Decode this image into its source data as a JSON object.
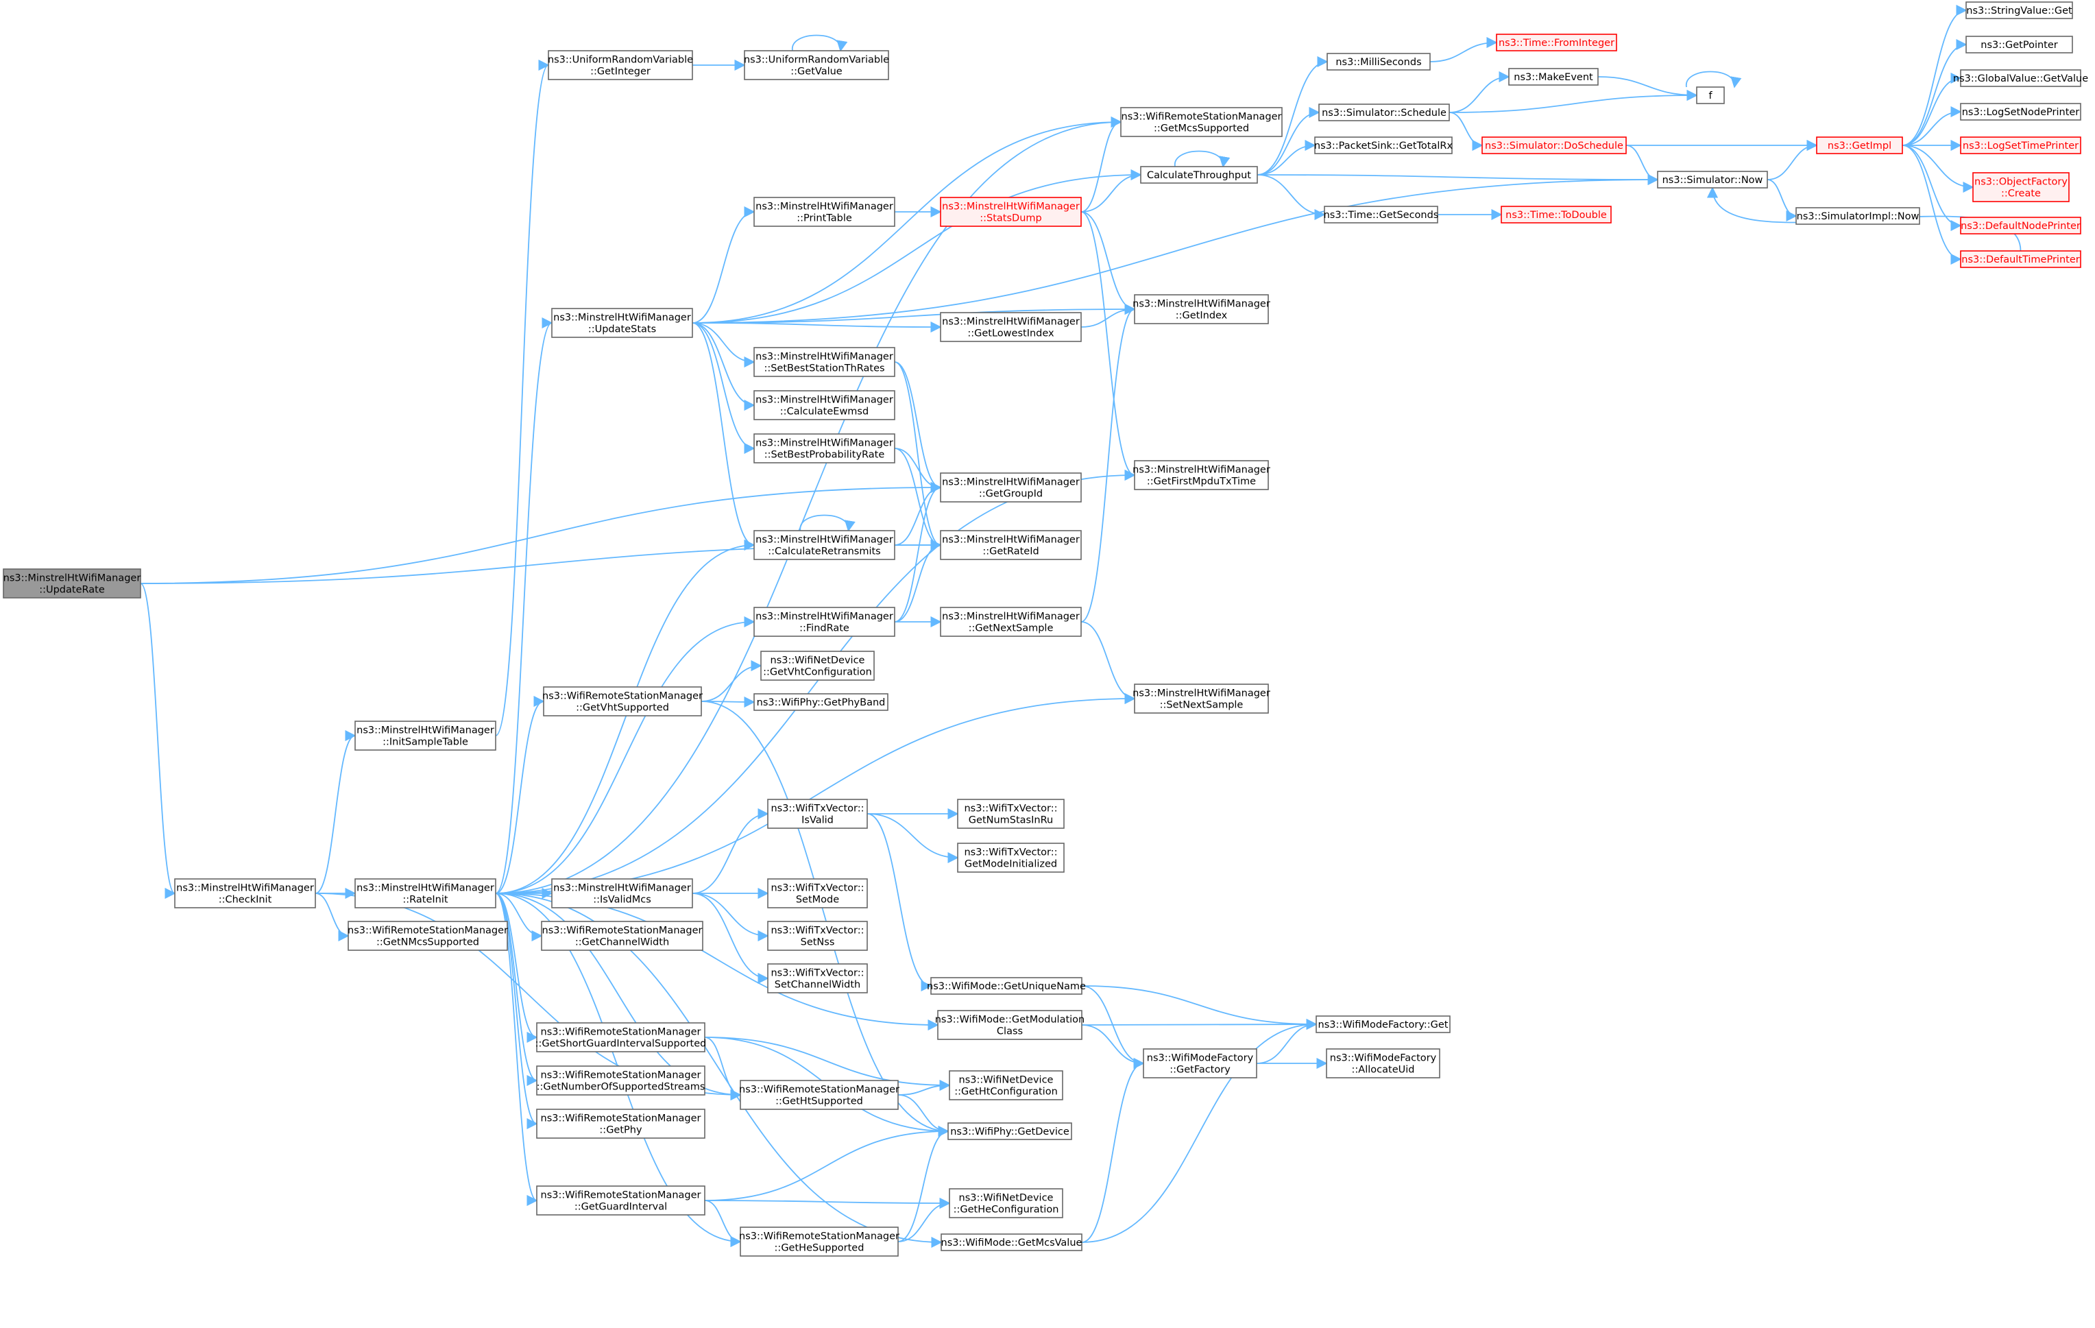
{
  "colors": {
    "edge": "#63b8ff",
    "node_border": "#666666",
    "node_fill": "#ffffff",
    "root_fill": "#999999",
    "highlight_border": "#ff0000",
    "highlight_fill": "#fff0f0"
  },
  "nodes": [
    {
      "id": "root",
      "lines": [
        "ns3::MinstrelHtWifiManager",
        "::UpdateRate"
      ],
      "style": "root"
    },
    {
      "id": "checkinit",
      "lines": [
        "ns3::MinstrelHtWifiManager",
        "::CheckInit"
      ]
    },
    {
      "id": "initsample",
      "lines": [
        "ns3::MinstrelHtWifiManager",
        "::InitSampleTable"
      ]
    },
    {
      "id": "rateinit",
      "lines": [
        "ns3::MinstrelHtWifiManager",
        "::RateInit"
      ]
    },
    {
      "id": "getnmcs",
      "lines": [
        "ns3::WifiRemoteStationManager",
        "::GetNMcsSupported"
      ]
    },
    {
      "id": "urv_getint",
      "lines": [
        "ns3::UniformRandomVariable",
        "::GetInteger"
      ]
    },
    {
      "id": "urv_getval",
      "lines": [
        "ns3::UniformRandomVariable",
        "::GetValue"
      ]
    },
    {
      "id": "updatestats",
      "lines": [
        "ns3::MinstrelHtWifiManager",
        "::UpdateStats"
      ]
    },
    {
      "id": "printtable",
      "lines": [
        "ns3::MinstrelHtWifiManager",
        "::PrintTable"
      ]
    },
    {
      "id": "statsdump",
      "lines": [
        "ns3::MinstrelHtWifiManager",
        "::StatsDump"
      ],
      "style": "red"
    },
    {
      "id": "getmcssup",
      "lines": [
        "ns3::WifiRemoteStationManager",
        "::GetMcsSupported"
      ]
    },
    {
      "id": "calcthr",
      "lines": [
        "CalculateThroughput"
      ]
    },
    {
      "id": "millisec",
      "lines": [
        "ns3::MilliSeconds"
      ]
    },
    {
      "id": "time_fromint",
      "lines": [
        "ns3::Time::FromInteger"
      ],
      "style": "red"
    },
    {
      "id": "sim_sched",
      "lines": [
        "ns3::Simulator::Schedule"
      ]
    },
    {
      "id": "makeevent",
      "lines": [
        "ns3::MakeEvent"
      ]
    },
    {
      "id": "f",
      "lines": [
        "f"
      ]
    },
    {
      "id": "sim_dosched",
      "lines": [
        "ns3::Simulator::DoSchedule"
      ],
      "style": "red"
    },
    {
      "id": "pktsink",
      "lines": [
        "ns3::PacketSink::GetTotalRx"
      ]
    },
    {
      "id": "sim_now",
      "lines": [
        "ns3::Simulator::Now"
      ]
    },
    {
      "id": "simimpl_now",
      "lines": [
        "ns3::SimulatorImpl::Now"
      ]
    },
    {
      "id": "getimpl",
      "lines": [
        "ns3::GetImpl"
      ],
      "style": "red"
    },
    {
      "id": "strval_get",
      "lines": [
        "ns3::StringValue::Get"
      ]
    },
    {
      "id": "getpointer",
      "lines": [
        "ns3::GetPointer"
      ]
    },
    {
      "id": "globalval",
      "lines": [
        "ns3::GlobalValue::GetValue"
      ]
    },
    {
      "id": "logsetnode",
      "lines": [
        "ns3::LogSetNodePrinter"
      ]
    },
    {
      "id": "logsettime",
      "lines": [
        "ns3::LogSetTimePrinter"
      ],
      "style": "red"
    },
    {
      "id": "objfactory",
      "lines": [
        "ns3::ObjectFactory",
        "::Create"
      ],
      "style": "red"
    },
    {
      "id": "defnodeprint",
      "lines": [
        "ns3::DefaultNodePrinter"
      ],
      "style": "red"
    },
    {
      "id": "deftimeprint",
      "lines": [
        "ns3::DefaultTimePrinter"
      ],
      "style": "red"
    },
    {
      "id": "time_getsec",
      "lines": [
        "ns3::Time::GetSeconds"
      ]
    },
    {
      "id": "time_todouble",
      "lines": [
        "ns3::Time::ToDouble"
      ],
      "style": "red"
    },
    {
      "id": "getindex",
      "lines": [
        "ns3::MinstrelHtWifiManager",
        "::GetIndex"
      ]
    },
    {
      "id": "getlowest",
      "lines": [
        "ns3::MinstrelHtWifiManager",
        "::GetLowestIndex"
      ]
    },
    {
      "id": "setbestth",
      "lines": [
        "ns3::MinstrelHtWifiManager",
        "::SetBestStationThRates"
      ]
    },
    {
      "id": "calcewmsd",
      "lines": [
        "ns3::MinstrelHtWifiManager",
        "::CalculateEwmsd"
      ]
    },
    {
      "id": "setbestprob",
      "lines": [
        "ns3::MinstrelHtWifiManager",
        "::SetBestProbabilityRate"
      ]
    },
    {
      "id": "getfirstmpdu",
      "lines": [
        "ns3::MinstrelHtWifiManager",
        "::GetFirstMpduTxTime"
      ]
    },
    {
      "id": "getgroupid",
      "lines": [
        "ns3::MinstrelHtWifiManager",
        "::GetGroupId"
      ]
    },
    {
      "id": "calcretrans",
      "lines": [
        "ns3::MinstrelHtWifiManager",
        "::CalculateRetransmits"
      ]
    },
    {
      "id": "getrateid",
      "lines": [
        "ns3::MinstrelHtWifiManager",
        "::GetRateId"
      ]
    },
    {
      "id": "findrate",
      "lines": [
        "ns3::MinstrelHtWifiManager",
        "::FindRate"
      ]
    },
    {
      "id": "getnextsample",
      "lines": [
        "ns3::MinstrelHtWifiManager",
        "::GetNextSample"
      ]
    },
    {
      "id": "setnextsample",
      "lines": [
        "ns3::MinstrelHtWifiManager",
        "::SetNextSample"
      ]
    },
    {
      "id": "getvhtsup",
      "lines": [
        "ns3::WifiRemoteStationManager",
        "::GetVhtSupported"
      ]
    },
    {
      "id": "getvhtconf",
      "lines": [
        "ns3::WifiNetDevice",
        "::GetVhtConfiguration"
      ]
    },
    {
      "id": "getphyband",
      "lines": [
        "ns3::WifiPhy::GetPhyBand"
      ]
    },
    {
      "id": "txv_isvalid",
      "lines": [
        "ns3::WifiTxVector::",
        "IsValid"
      ]
    },
    {
      "id": "txv_numsta",
      "lines": [
        "ns3::WifiTxVector::",
        "GetNumStasInRu"
      ]
    },
    {
      "id": "txv_modeinit",
      "lines": [
        "ns3::WifiTxVector::",
        "GetModeInitialized"
      ]
    },
    {
      "id": "isvalidmcs",
      "lines": [
        "ns3::MinstrelHtWifiManager",
        "::IsValidMcs"
      ]
    },
    {
      "id": "txv_setmode",
      "lines": [
        "ns3::WifiTxVector::",
        "SetMode"
      ]
    },
    {
      "id": "txv_setnss",
      "lines": [
        "ns3::WifiTxVector::",
        "SetNss"
      ]
    },
    {
      "id": "txv_setcw",
      "lines": [
        "ns3::WifiTxVector::",
        "SetChannelWidth"
      ]
    },
    {
      "id": "getchanwidth",
      "lines": [
        "ns3::WifiRemoteStationManager",
        "::GetChannelWidth"
      ]
    },
    {
      "id": "getuniquename",
      "lines": [
        "ns3::WifiMode::GetUniqueName"
      ]
    },
    {
      "id": "getmodclass",
      "lines": [
        "ns3::WifiMode::GetModulation",
        "Class"
      ]
    },
    {
      "id": "modefactory_get",
      "lines": [
        "ns3::WifiModeFactory::Get"
      ]
    },
    {
      "id": "getfactory",
      "lines": [
        "ns3::WifiModeFactory",
        "::GetFactory"
      ]
    },
    {
      "id": "allocuid",
      "lines": [
        "ns3::WifiModeFactory",
        "::AllocateUid"
      ]
    },
    {
      "id": "getsgi",
      "lines": [
        "ns3::WifiRemoteStationManager",
        "::GetShortGuardIntervalSupported"
      ]
    },
    {
      "id": "getnumstreams",
      "lines": [
        "ns3::WifiRemoteStationManager",
        "::GetNumberOfSupportedStreams"
      ]
    },
    {
      "id": "getphy",
      "lines": [
        "ns3::WifiRemoteStationManager",
        "::GetPhy"
      ]
    },
    {
      "id": "gethtsup",
      "lines": [
        "ns3::WifiRemoteStationManager",
        "::GetHtSupported"
      ]
    },
    {
      "id": "gethtconf",
      "lines": [
        "ns3::WifiNetDevice",
        "::GetHtConfiguration"
      ]
    },
    {
      "id": "getdevice",
      "lines": [
        "ns3::WifiPhy::GetDevice"
      ]
    },
    {
      "id": "getgi",
      "lines": [
        "ns3::WifiRemoteStationManager",
        "::GetGuardInterval"
      ]
    },
    {
      "id": "gethesup",
      "lines": [
        "ns3::WifiRemoteStationManager",
        "::GetHeSupported"
      ]
    },
    {
      "id": "gethecconf",
      "lines": [
        "ns3::WifiNetDevice",
        "::GetHeConfiguration"
      ]
    },
    {
      "id": "getmcsvalue",
      "lines": [
        "ns3::WifiMode::GetMcsValue"
      ]
    }
  ],
  "edges": [
    [
      "root",
      "checkinit"
    ],
    [
      "root",
      "getgroupid"
    ],
    [
      "root",
      "getrateid"
    ],
    [
      "checkinit",
      "initsample"
    ],
    [
      "checkinit",
      "rateinit"
    ],
    [
      "checkinit",
      "getnmcs"
    ],
    [
      "checkinit",
      "gethtsup"
    ],
    [
      "initsample",
      "urv_getint"
    ],
    [
      "urv_getint",
      "urv_getval"
    ],
    [
      "urv_getval",
      "urv_getval"
    ],
    [
      "rateinit",
      "updatestats"
    ],
    [
      "rateinit",
      "getmcssup"
    ],
    [
      "rateinit",
      "calcretrans"
    ],
    [
      "rateinit",
      "findrate"
    ],
    [
      "rateinit",
      "getvhtsup"
    ],
    [
      "rateinit",
      "getfirstmpdu"
    ],
    [
      "rateinit",
      "setnextsample"
    ],
    [
      "rateinit",
      "isvalidmcs"
    ],
    [
      "rateinit",
      "getchanwidth"
    ],
    [
      "rateinit",
      "getmodclass"
    ],
    [
      "rateinit",
      "getsgi"
    ],
    [
      "rateinit",
      "getnumstreams"
    ],
    [
      "rateinit",
      "getphy"
    ],
    [
      "rateinit",
      "getgi"
    ],
    [
      "rateinit",
      "gethesup"
    ],
    [
      "rateinit",
      "getmcsvalue"
    ],
    [
      "rateinit",
      "gethtsup"
    ],
    [
      "updatestats",
      "getmcssup"
    ],
    [
      "updatestats",
      "calcthr"
    ],
    [
      "updatestats",
      "printtable"
    ],
    [
      "updatestats",
      "sim_now"
    ],
    [
      "updatestats",
      "getindex"
    ],
    [
      "updatestats",
      "getlowest"
    ],
    [
      "updatestats",
      "setbestth"
    ],
    [
      "updatestats",
      "calcewmsd"
    ],
    [
      "updatestats",
      "setbestprob"
    ],
    [
      "updatestats",
      "calcretrans"
    ],
    [
      "printtable",
      "statsdump"
    ],
    [
      "statsdump",
      "getmcssup"
    ],
    [
      "statsdump",
      "calcthr"
    ],
    [
      "statsdump",
      "getindex"
    ],
    [
      "statsdump",
      "getfirstmpdu"
    ],
    [
      "calcthr",
      "calcthr"
    ],
    [
      "calcthr",
      "millisec"
    ],
    [
      "calcthr",
      "sim_sched"
    ],
    [
      "calcthr",
      "pktsink"
    ],
    [
      "calcthr",
      "sim_now"
    ],
    [
      "calcthr",
      "time_getsec"
    ],
    [
      "millisec",
      "time_fromint"
    ],
    [
      "sim_sched",
      "makeevent"
    ],
    [
      "sim_sched",
      "f"
    ],
    [
      "sim_sched",
      "sim_dosched"
    ],
    [
      "makeevent",
      "f"
    ],
    [
      "f",
      "f"
    ],
    [
      "sim_dosched",
      "getimpl"
    ],
    [
      "sim_dosched",
      "sim_now"
    ],
    [
      "sim_now",
      "getimpl"
    ],
    [
      "sim_now",
      "simimpl_now"
    ],
    [
      "getimpl",
      "strval_get"
    ],
    [
      "getimpl",
      "getpointer"
    ],
    [
      "getimpl",
      "globalval"
    ],
    [
      "getimpl",
      "logsetnode"
    ],
    [
      "getimpl",
      "logsettime"
    ],
    [
      "getimpl",
      "objfactory"
    ],
    [
      "getimpl",
      "defnodeprint"
    ],
    [
      "getimpl",
      "deftimeprint"
    ],
    [
      "deftimeprint",
      "sim_now"
    ],
    [
      "time_getsec",
      "time_todouble"
    ],
    [
      "getlowest",
      "getindex"
    ],
    [
      "setbestth",
      "getgroupid"
    ],
    [
      "setbestth",
      "getrateid"
    ],
    [
      "setbestprob",
      "getgroupid"
    ],
    [
      "setbestprob",
      "getrateid"
    ],
    [
      "calcretrans",
      "calcretrans"
    ],
    [
      "calcretrans",
      "getgroupid"
    ],
    [
      "calcretrans",
      "getrateid"
    ],
    [
      "findrate",
      "getgroupid"
    ],
    [
      "findrate",
      "getrateid"
    ],
    [
      "findrate",
      "getnextsample"
    ],
    [
      "getnextsample",
      "getindex"
    ],
    [
      "getnextsample",
      "setnextsample"
    ],
    [
      "getvhtsup",
      "getvhtconf"
    ],
    [
      "getvhtsup",
      "getphyband"
    ],
    [
      "getvhtsup",
      "getdevice"
    ],
    [
      "isvalidmcs",
      "txv_isvalid"
    ],
    [
      "isvalidmcs",
      "txv_setmode"
    ],
    [
      "isvalidmcs",
      "txv_setnss"
    ],
    [
      "isvalidmcs",
      "txv_setcw"
    ],
    [
      "txv_isvalid",
      "txv_numsta"
    ],
    [
      "txv_isvalid",
      "txv_modeinit"
    ],
    [
      "txv_isvalid",
      "getuniquename"
    ],
    [
      "getuniquename",
      "modefactory_get"
    ],
    [
      "getuniquename",
      "getfactory"
    ],
    [
      "getmodclass",
      "modefactory_get"
    ],
    [
      "getmodclass",
      "getfactory"
    ],
    [
      "getfactory",
      "modefactory_get"
    ],
    [
      "getfactory",
      "allocuid"
    ],
    [
      "getsgi",
      "gethtconf"
    ],
    [
      "getsgi",
      "gethtsup"
    ],
    [
      "getsgi",
      "getdevice"
    ],
    [
      "gethtsup",
      "gethtconf"
    ],
    [
      "gethtsup",
      "getdevice"
    ],
    [
      "getgi",
      "getdevice"
    ],
    [
      "getgi",
      "gethecconf"
    ],
    [
      "getgi",
      "gethesup"
    ],
    [
      "gethesup",
      "gethecconf"
    ],
    [
      "gethesup",
      "getdevice"
    ],
    [
      "getmcsvalue",
      "getfactory"
    ],
    [
      "getmcsvalue",
      "modefactory_get"
    ]
  ]
}
